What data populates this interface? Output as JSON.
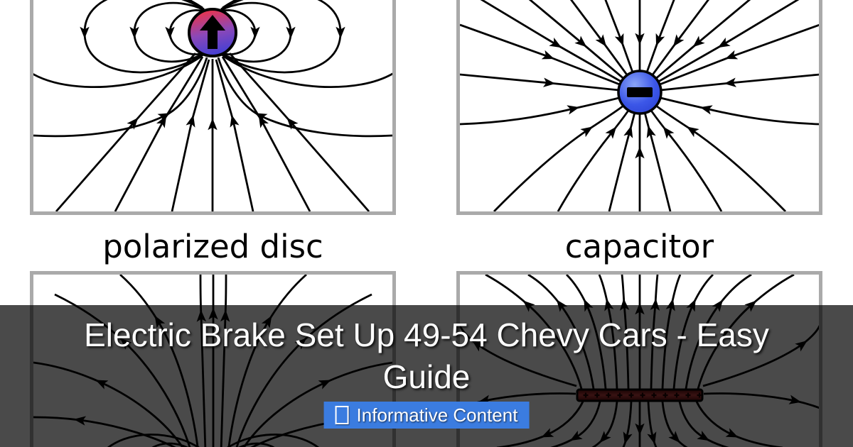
{
  "card": {
    "title_line1": "Electric Brake Set Up 49-54 Chevy Cars - Easy",
    "title_line2": "Guide",
    "badge_label": "Informative Content"
  },
  "figure": {
    "captions": {
      "top_left": "polarized disc",
      "top_right": "capacitor"
    },
    "panels": [
      {
        "name": "polarized-disc-dipole-field",
        "symbol": "up-arrow"
      },
      {
        "name": "negative-point-charge-field",
        "symbol": "minus"
      },
      {
        "name": "diverging-field-from-below",
        "symbol": ""
      },
      {
        "name": "positive-charged-plate-field",
        "symbol": "plus"
      }
    ]
  },
  "colors": {
    "badge_bg": "#3b7ce0",
    "overlay": "rgba(0,0,0,0.71)",
    "panel_border": "#aaaaaa",
    "dipole_top_red": "#ee3347",
    "dipole_bottom_blue": "#3f3fd6",
    "charge_blue": "#3c57e8",
    "plate_red": "#c24040"
  }
}
